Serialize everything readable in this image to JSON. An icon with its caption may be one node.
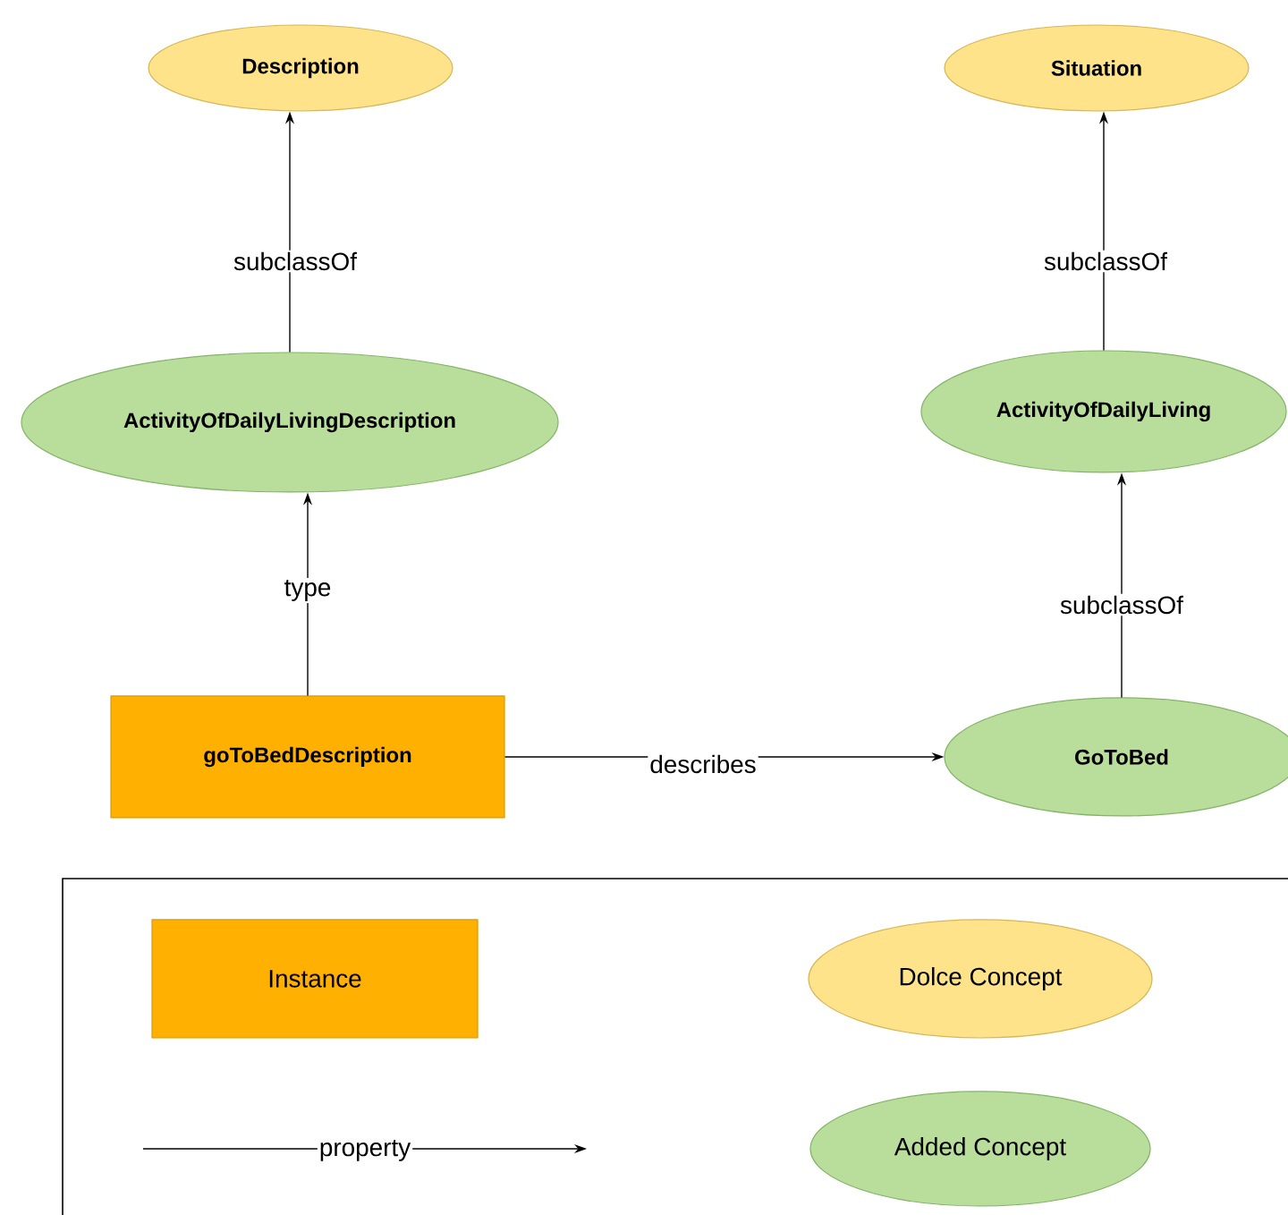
{
  "diagram": {
    "nodes": [
      {
        "text": [
          "Description"
        ]
      },
      {
        "text": [
          "Situation"
        ]
      },
      {
        "text": [
          "ActivityOfDailyLivingDescription"
        ]
      },
      {
        "text": [
          "ActivityOfDailyLiving"
        ]
      },
      {
        "text": [
          "goToBedDescription"
        ]
      },
      {
        "text": [
          "GoToBed"
        ]
      }
    ],
    "edges": [
      {
        "from": 2,
        "to": 0,
        "arrow": "to",
        "label": "subclassOf"
      },
      {
        "from": 3,
        "to": 1,
        "arrow": "to",
        "label": "subclassOf"
      },
      {
        "from": 4,
        "to": 2,
        "arrow": "to",
        "label": "type"
      },
      {
        "from": 4,
        "to": 5,
        "arrow": "to",
        "label": "describes"
      },
      {
        "from": 5,
        "to": 3,
        "arrow": "to",
        "label": "subclassOf"
      }
    ],
    "legend": [
      {
        "text": "Instance",
        "color": "#ffb000"
      },
      {
        "text": "Dolce Concept",
        "color": "#ffe38a"
      },
      {
        "text": "property"
      },
      {
        "text": "Added Concept",
        "color": "#b9de9c"
      }
    ]
  }
}
